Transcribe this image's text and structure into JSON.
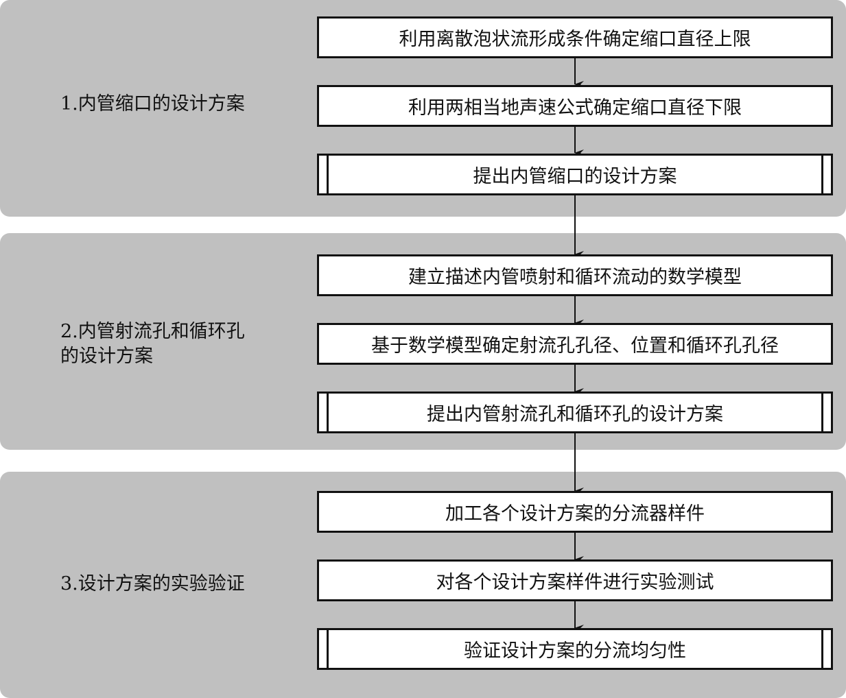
{
  "stages": [
    {
      "label": "1.内管缩口的设计方案",
      "steps": [
        "利用离散泡状流形成条件确定缩口直径上限",
        "利用两相当地声速公式确定缩口直径下限",
        "提出内管缩口的设计方案"
      ]
    },
    {
      "label": "2.内管射流孔和循环孔\n  的设计方案",
      "steps": [
        "建立描述内管喷射和循环流动的数学模型",
        "基于数学模型确定射流孔孔径、位置和循环孔孔径",
        "提出内管射流孔和循环孔的设计方案"
      ]
    },
    {
      "label": "3.设计方案的实验验证",
      "steps": [
        "加工各个设计方案的分流器样件",
        "对各个设计方案样件进行实验测试",
        "验证设计方案的分流均匀性"
      ]
    }
  ],
  "colors": {
    "panel": "#c0c0c0",
    "box": "#ffffff",
    "line": "#111111"
  }
}
